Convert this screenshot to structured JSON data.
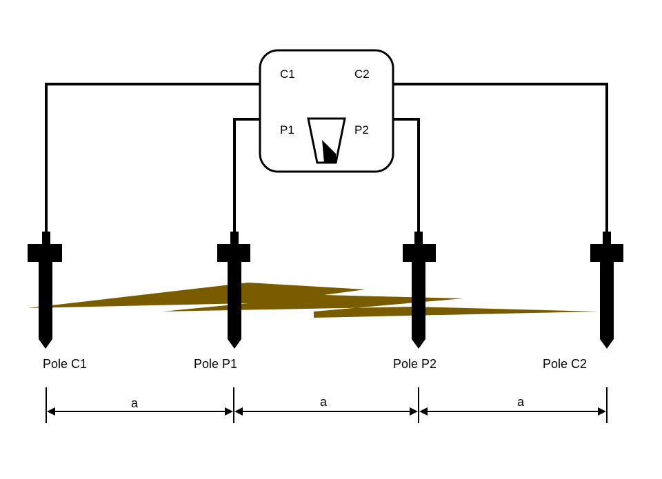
{
  "meter": {
    "terminals": {
      "c1": "C1",
      "c2": "C2",
      "p1": "P1",
      "p2": "P2"
    }
  },
  "poles": [
    {
      "id": "c1",
      "label": "Pole C1"
    },
    {
      "id": "p1",
      "label": "Pole P1"
    },
    {
      "id": "p2",
      "label": "Pole P2"
    },
    {
      "id": "c2",
      "label": "Pole C2"
    }
  ],
  "spacing": [
    {
      "label": "a"
    },
    {
      "label": "a"
    },
    {
      "label": "a"
    }
  ],
  "colors": {
    "wire": "#000000",
    "ground": "#7a5c00",
    "background": "#ffffff"
  }
}
